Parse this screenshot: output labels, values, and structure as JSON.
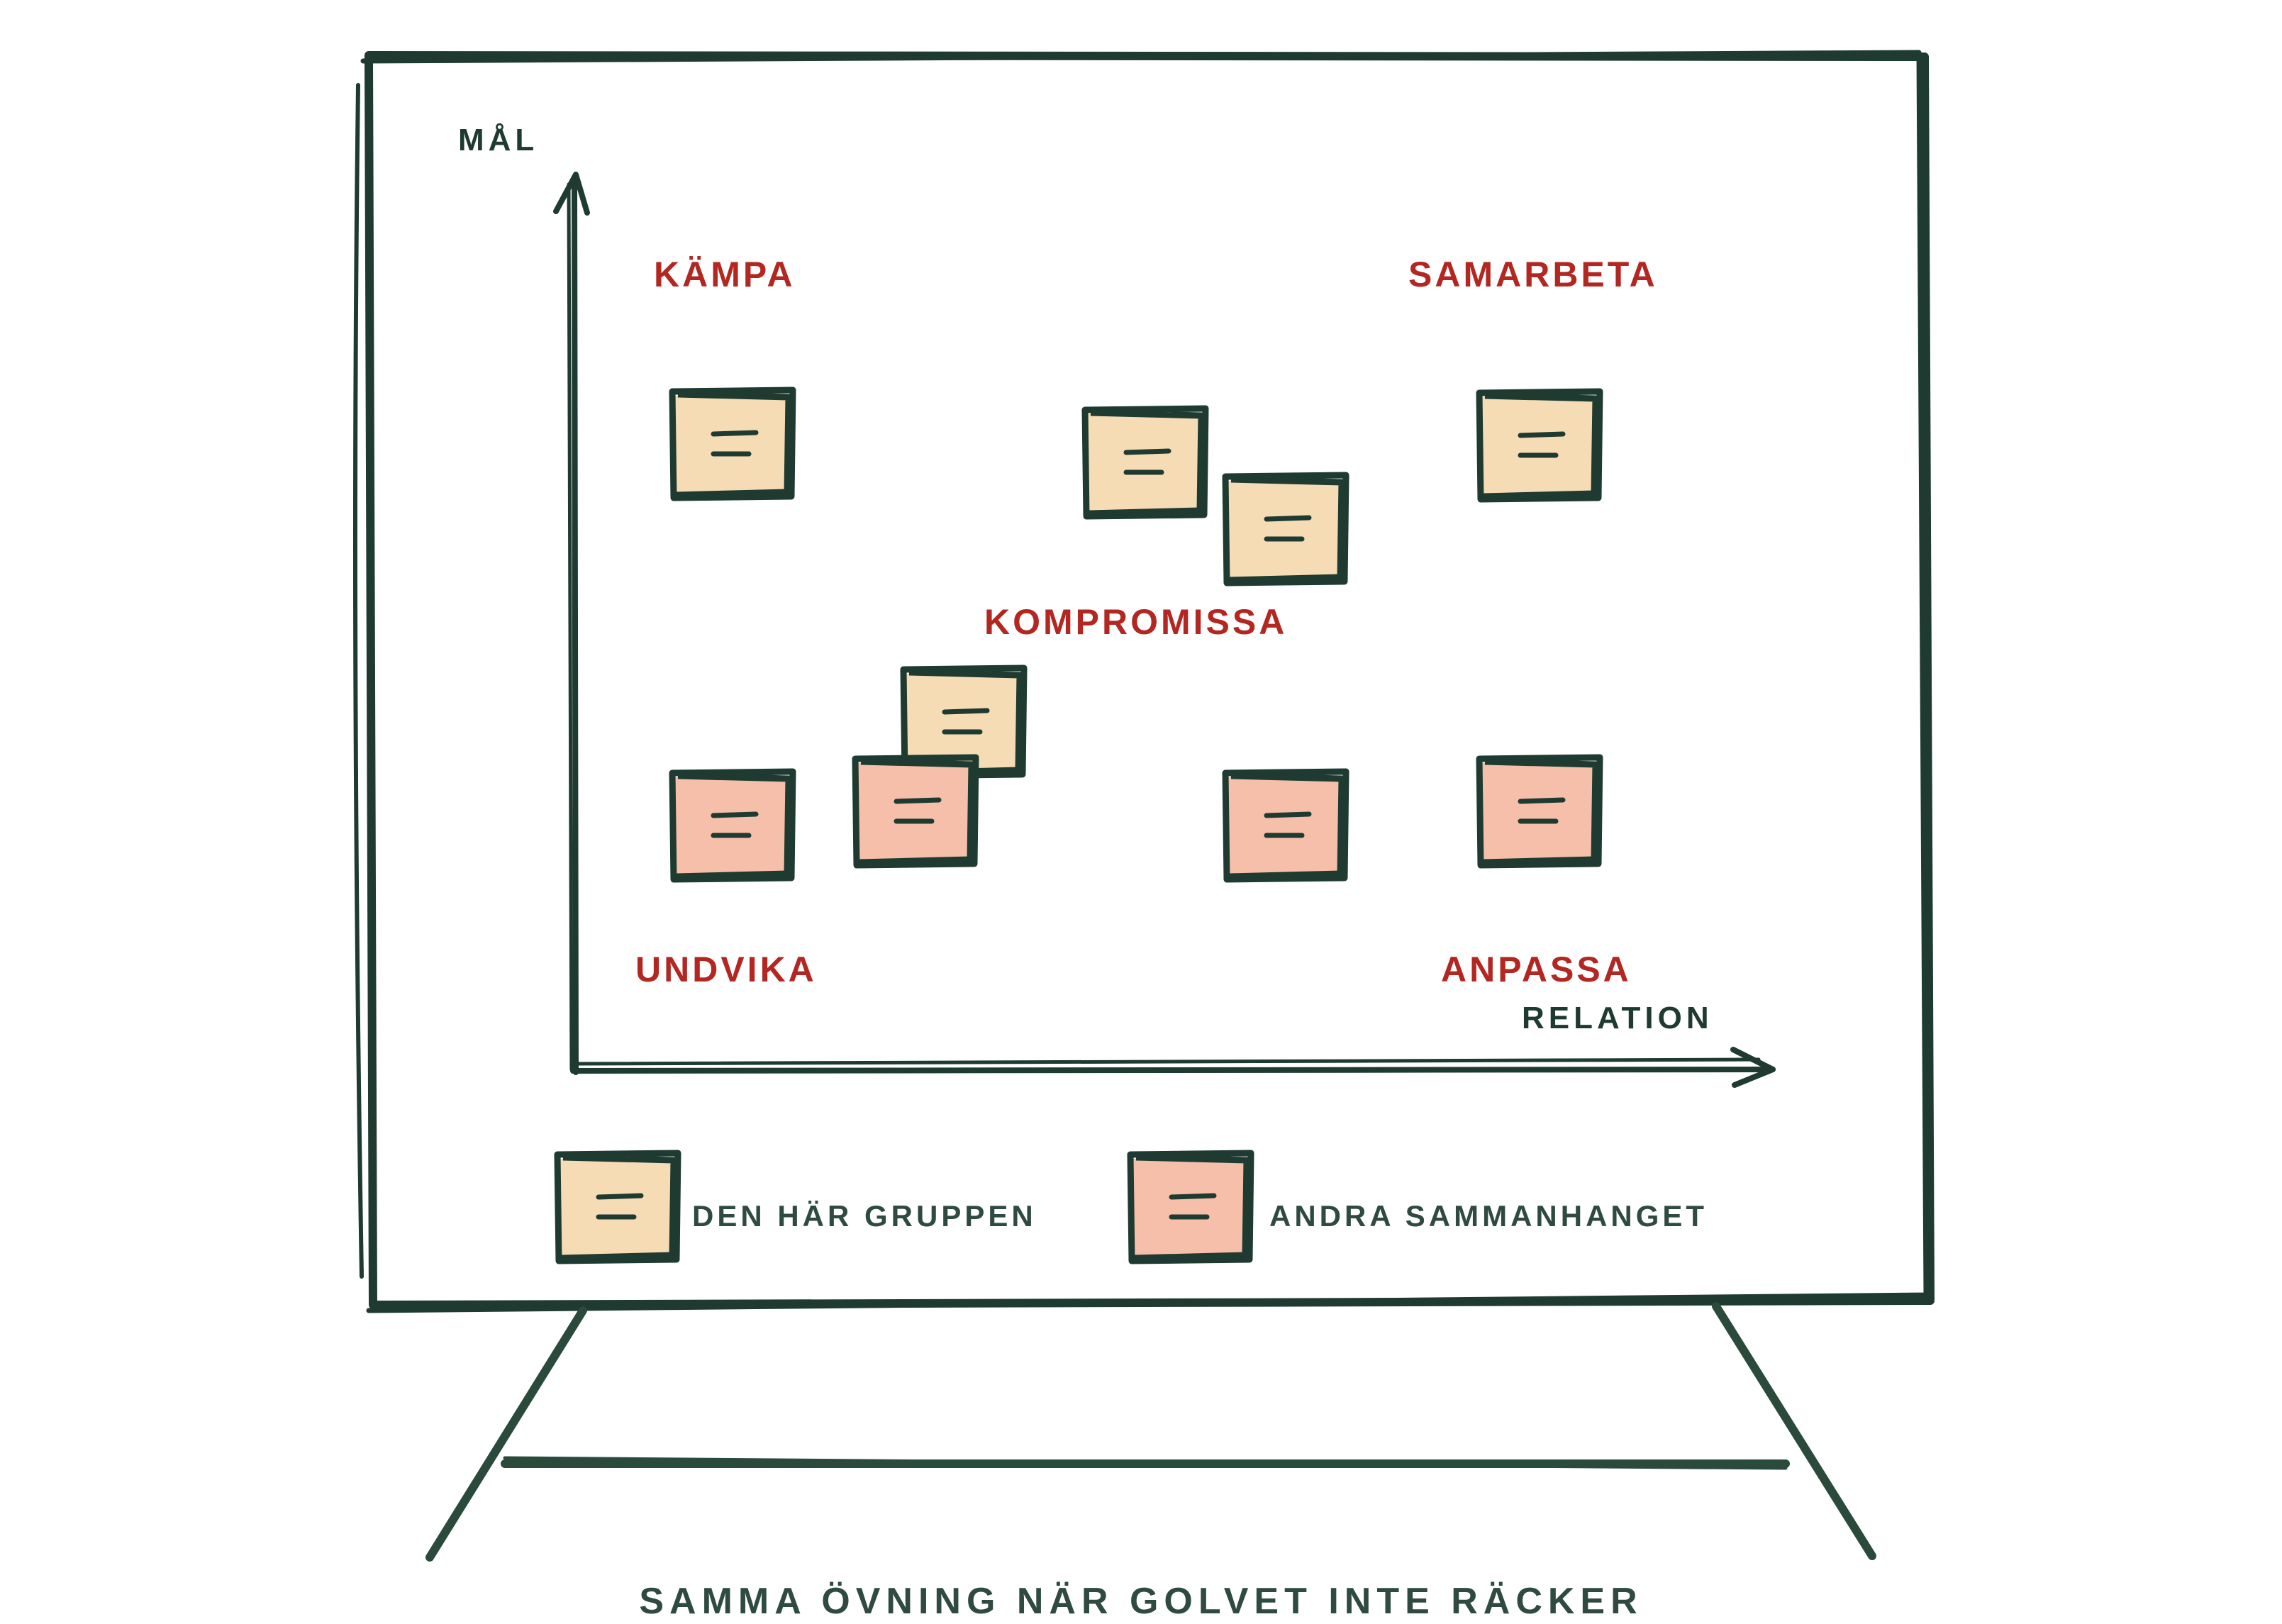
{
  "axes": {
    "y_label": "MÅL",
    "x_label": "RELATION"
  },
  "quadrants": {
    "top_left": "KÄMPA",
    "top_right": "SAMARBETA",
    "center": "KOMPROMISSA",
    "bottom_left": "UNDVIKA",
    "bottom_right": "ANPASSA"
  },
  "legend": {
    "this_group": "DEN HÄR GRUPPEN",
    "other_context": "ANDRA SAMMANHANGET"
  },
  "caption": "SAMMA ÖVNING NÄR GOLVET INTE RÄCKER",
  "colors": {
    "ink": "#1f3a30",
    "quadrant_red": "#b32722",
    "note_this_group": "#f5dcb5",
    "note_other_context": "#f5bfaa"
  }
}
